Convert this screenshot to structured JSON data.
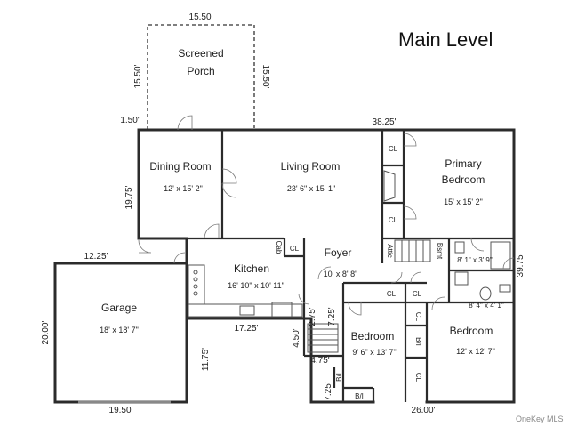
{
  "title": "Main Level",
  "watermark": "OneKey MLS",
  "rooms": {
    "screened_porch": {
      "name_1": "Screened",
      "name_2": "Porch"
    },
    "dining_room": {
      "name": "Dining Room",
      "size": "12' x 15' 2\""
    },
    "living_room": {
      "name": "Living Room",
      "size": "23' 6\" x 15' 1\""
    },
    "primary_bedroom": {
      "name_1": "Primary",
      "name_2": "Bedroom",
      "size": "15' x 15' 2\""
    },
    "kitchen": {
      "name": "Kitchen",
      "size": "16' 10\" x 10' 11\""
    },
    "foyer": {
      "name": "Foyer",
      "size": "10' x 8' 8\""
    },
    "garage": {
      "name": "Garage",
      "size": "18' x 18' 7\""
    },
    "bedroom_1": {
      "name": "Bedroom",
      "size": "9' 6\" x 13' 7\""
    },
    "bedroom_2": {
      "name": "Bedroom",
      "size": "12' x 12' 7\""
    },
    "bath_1": {
      "size": "8' 1\" x 3' 9\""
    },
    "bath_2": {
      "size": "8' 4\" x 4' 1\""
    }
  },
  "labels": {
    "cl": "CL",
    "cab": "Cab",
    "attic": "Attic",
    "bsmt": "Bsmt",
    "bi": "B/I"
  },
  "dimensions": {
    "porch_top": "15.50'",
    "porch_left": "15.50'",
    "porch_right": "15.50'",
    "porch_offset": "1.50'",
    "house_top": "38.25'",
    "left_side": "19.75'",
    "right_side": "39.75'",
    "garage_top": "12.25'",
    "garage_left": "20.00'",
    "garage_bottom": "19.50'",
    "kitchen_bottom": "17.25'",
    "hall_vertical": "11.75'",
    "stair_a": "2.75'",
    "stair_b": "7.25'",
    "stair_c": "4.50'",
    "stair_d": "4.75'",
    "bottom_left_step": "7.25'",
    "house_bottom": "26.00'"
  }
}
